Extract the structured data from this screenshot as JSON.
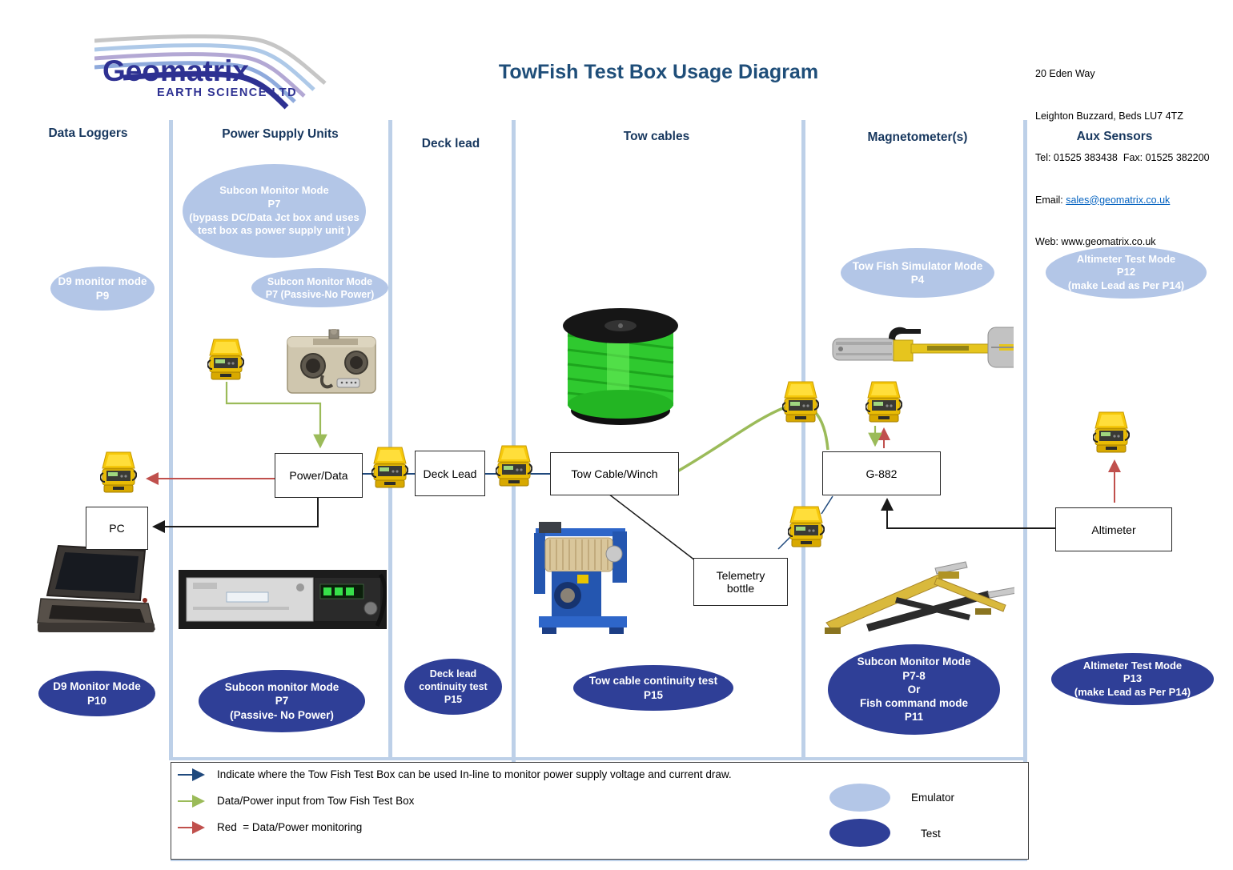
{
  "header": {
    "logo": {
      "name": "Geomatrix",
      "subtitle": "EARTH SCIENCE LTD"
    },
    "title": "TowFish Test Box Usage Diagram",
    "contact": {
      "line1": "20 Eden Way",
      "line2": "Leighton Buzzard, Beds LU7 4TZ",
      "line3": "Tel: 01525 383438  Fax: 01525 382200",
      "email_label": "Email: ",
      "email": "sales@geomatrix.co.uk",
      "web_label": "Web: ",
      "web": "www.geomatrix.co.uk"
    }
  },
  "columns": [
    {
      "label": "Data Loggers"
    },
    {
      "label": "Power Supply Units"
    },
    {
      "label": "Deck lead"
    },
    {
      "label": "Tow cables"
    },
    {
      "label": "Magnetometer(s)"
    },
    {
      "label": "Aux Sensors"
    }
  ],
  "emulator_modes": [
    {
      "text": "Subcon Monitor Mode\nP7\n(bypass DC/Data Jct box and uses\ntest box as power supply unit )"
    },
    {
      "text": "D9 monitor mode\nP9"
    },
    {
      "text": "Subcon Monitor Mode\nP7 (Passive-No Power)"
    },
    {
      "text": "Tow Fish Simulator Mode\nP4"
    },
    {
      "text": "Altimeter Test Mode\nP12\n(make Lead as Per P14)"
    }
  ],
  "test_modes": [
    {
      "text": "D9 Monitor Mode\nP10"
    },
    {
      "text": "Subcon monitor Mode\nP7\n(Passive- No Power)"
    },
    {
      "text": "Deck lead\ncontinuity test\nP15"
    },
    {
      "text": "Tow cable continuity test\nP15"
    },
    {
      "text": "Subcon Monitor Mode\nP7-8\nOr\nFish command mode\nP11"
    },
    {
      "text": "Altimeter Test Mode\nP13\n(make Lead as Per P14)"
    }
  ],
  "boxes": {
    "power_data": "Power/Data",
    "deck_lead": "Deck Lead",
    "tow_cable_winch": "Tow Cable/Winch",
    "g882": "G-882",
    "pc": "PC",
    "telemetry": "Telemetry\nbottle",
    "altimeter": "Altimeter"
  },
  "legend": {
    "arrows": [
      {
        "color": "#1F497D",
        "text": "Indicate where the Tow Fish Test Box can be used In-line to monitor power supply voltage and current draw."
      },
      {
        "color": "#9BBB59",
        "text": "Data/Power input from Tow Fish Test Box"
      },
      {
        "color": "#C0504D",
        "text": "Red  = Data/Power monitoring"
      }
    ],
    "shapes": [
      {
        "label": "Emulator",
        "color": "#B3C6E7"
      },
      {
        "label": "Test",
        "color": "#2F3F97"
      }
    ]
  },
  "icons": {
    "test_box_icon": "towfish-test-box-yellow-case"
  },
  "colors": {
    "header_navy": "#17375E",
    "title_blue": "#1F4E79",
    "logo_blue": "#2E3192",
    "emulator_fill": "#B3C6E7",
    "test_fill": "#2F3F97",
    "inline_arrow": "#1F497D",
    "input_green": "#9BBB59",
    "monitor_red": "#C0504D",
    "divider_blue": "#BDD0E8",
    "link_blue": "#0563C1"
  }
}
